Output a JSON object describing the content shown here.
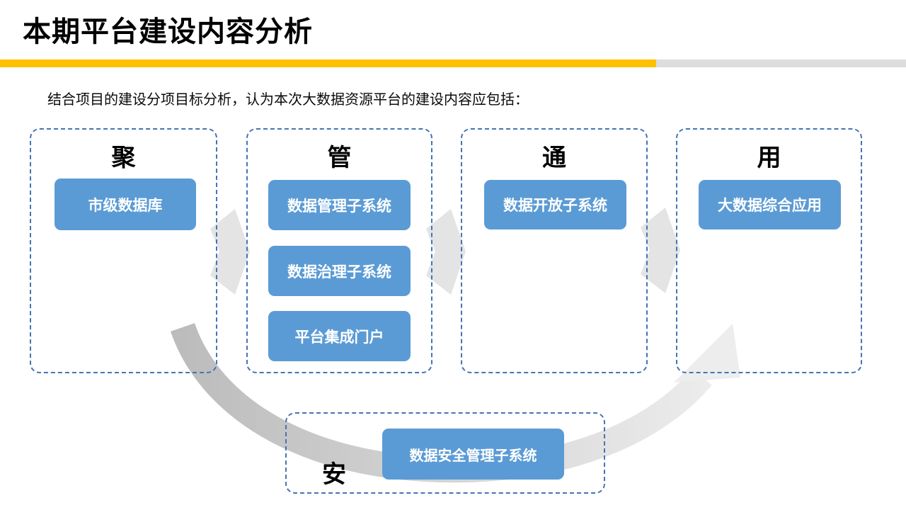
{
  "slide": {
    "title": "本期平台建设内容分析",
    "subtitle": "结合项目的建设分项目标分析，认为本次大数据资源平台的建设内容应包括："
  },
  "columns": [
    {
      "header": "聚",
      "items": [
        "市级数据库"
      ]
    },
    {
      "header": "管",
      "items": [
        "数据管理子系统",
        "数据治理子系统",
        "平台集成门户"
      ]
    },
    {
      "header": "通",
      "items": [
        "数据开放子系统"
      ]
    },
    {
      "header": "用",
      "items": [
        "大数据综合应用"
      ]
    }
  ],
  "security": {
    "header": "安",
    "items": [
      "数据安全管理子系统"
    ]
  },
  "icons": {
    "flow_arrow": "chevron-right",
    "cycle_arrow": "curved-right-arrow"
  },
  "colors": {
    "accent_yellow": "#FFC000",
    "accent_gray": "#DDDDDD",
    "pill_blue": "#5B9BD5",
    "box_border_blue": "#4574B4",
    "chevron_gray": "#E4E4E4",
    "arc_gradient_start": "#BCBCBC",
    "arc_gradient_end": "#EFEFEF"
  }
}
